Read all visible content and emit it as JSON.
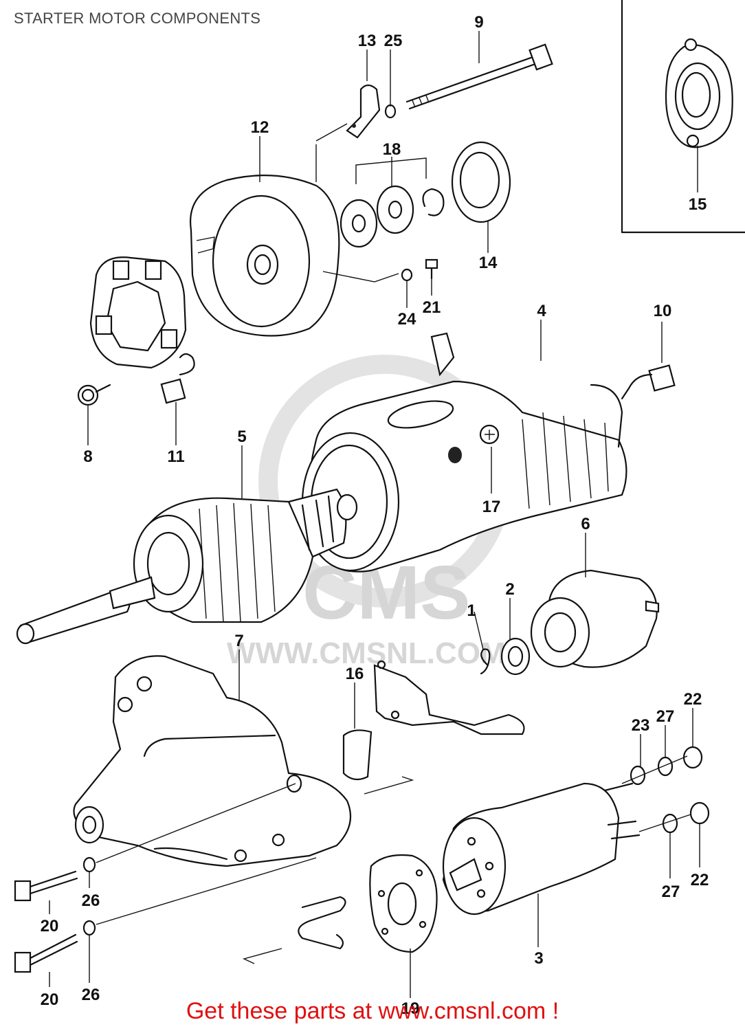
{
  "title": "STARTER MOTOR COMPONENTS",
  "watermark": {
    "brand": "CMS",
    "url": "WWW.CMSNL.COM"
  },
  "callouts": [
    "1",
    "2",
    "3",
    "4",
    "5",
    "6",
    "7",
    "8",
    "9",
    "10",
    "11",
    "12",
    "13",
    "14",
    "15",
    "16",
    "17",
    "18",
    "19",
    "20",
    "21",
    "22",
    "23",
    "24",
    "25",
    "26",
    "27"
  ],
  "footer": "Get these parts at www.cmsnl.com !"
}
